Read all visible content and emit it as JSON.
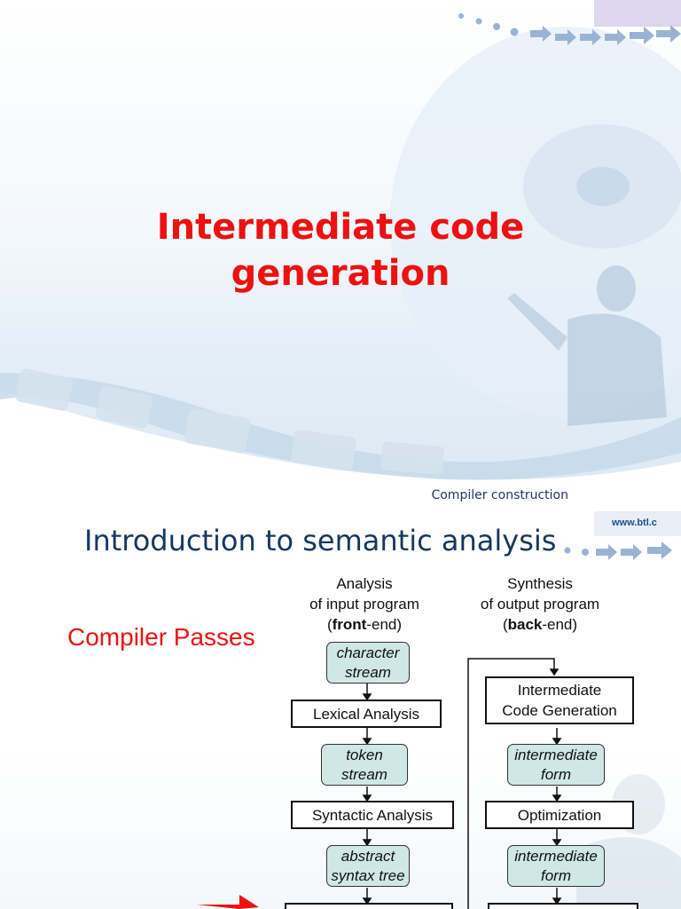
{
  "slide1": {
    "title_line1": "Intermediate code",
    "title_line2": "generation",
    "footer": "Compiler construction"
  },
  "slide2": {
    "url": "www.btl.c",
    "title": "Introduction to semantic analysis",
    "passes_label": "Compiler Passes",
    "front_end": {
      "line1": "Analysis",
      "line2": "of input program",
      "open": "(",
      "bold": "front",
      "rest": "-end)"
    },
    "back_end": {
      "line1": "Synthesis",
      "line2": "of output program",
      "open": "(",
      "bold": "back",
      "rest": "-end)"
    },
    "left_flow": {
      "character_stream": [
        "character",
        "stream"
      ],
      "lexical_analysis": "Lexical Analysis",
      "token_stream": [
        "token",
        "stream"
      ],
      "syntactic_analysis": "Syntactic Analysis",
      "abstract_syntax_tree": [
        "abstract",
        "syntax tree"
      ]
    },
    "right_flow": {
      "icg": [
        "Intermediate",
        "Code Generation"
      ],
      "intermediate_form_1": [
        "intermediate",
        "form"
      ],
      "optimization": "Optimization",
      "intermediate_form_2": [
        "intermediate",
        "form"
      ]
    }
  },
  "colors": {
    "title_red": "#ee1111",
    "heading_navy": "#17375e",
    "pill_fill": "#cfe7e5"
  }
}
